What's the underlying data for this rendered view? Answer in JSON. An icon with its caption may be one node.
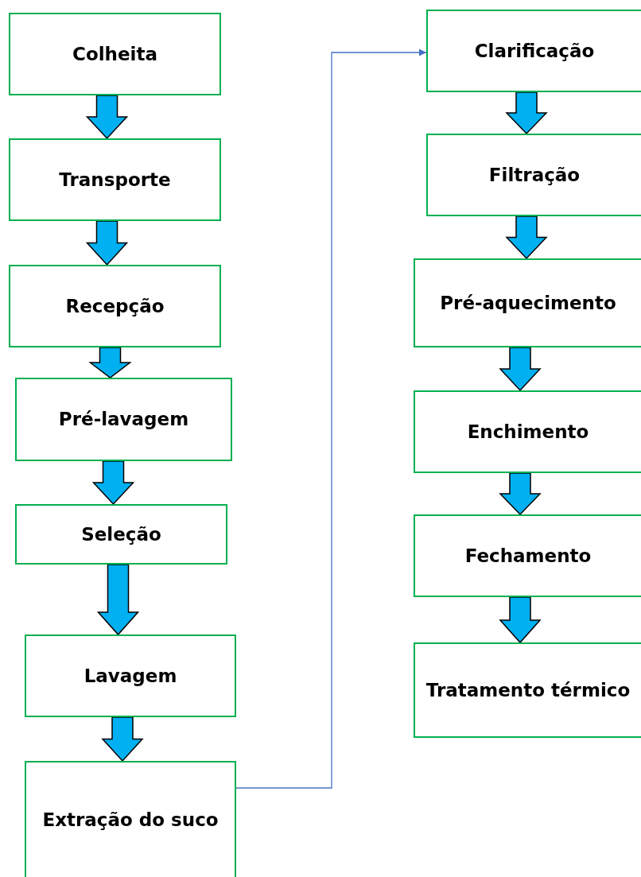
{
  "diagram": {
    "nodes": [
      {
        "text": [
          "Colheita"
        ]
      },
      {
        "text": [
          "Transporte"
        ]
      },
      {
        "text": [
          "Recepção"
        ]
      },
      {
        "text": [
          "Pré-lavagem"
        ]
      },
      {
        "text": [
          "Seleção"
        ]
      },
      {
        "text": [
          "Lavagem"
        ]
      },
      {
        "text": [
          "Extração do suco"
        ]
      },
      {
        "text": [
          "Clarificação"
        ]
      },
      {
        "text": [
          "Filtração"
        ]
      },
      {
        "text": [
          "Pré-aquecimento"
        ]
      },
      {
        "text": [
          "Enchimento"
        ]
      },
      {
        "text": [
          "Fechamento"
        ]
      },
      {
        "text": [
          "Tratamento térmico"
        ]
      }
    ],
    "edges": [
      {
        "from": 0,
        "to": 1,
        "arrow": "to"
      },
      {
        "from": 1,
        "to": 2,
        "arrow": "to"
      },
      {
        "from": 2,
        "to": 3,
        "arrow": "to"
      },
      {
        "from": 3,
        "to": 4,
        "arrow": "to"
      },
      {
        "from": 4,
        "to": 5,
        "arrow": "to"
      },
      {
        "from": 5,
        "to": 6,
        "arrow": "to"
      },
      {
        "from": 6,
        "to": 7,
        "arrow": "to",
        "color": "#4472c4"
      },
      {
        "from": 7,
        "to": 8,
        "arrow": "to"
      },
      {
        "from": 8,
        "to": 9,
        "arrow": "to"
      },
      {
        "from": 9,
        "to": 10,
        "arrow": "to"
      },
      {
        "from": 10,
        "to": 11,
        "arrow": "to"
      },
      {
        "from": 11,
        "to": 12,
        "arrow": "to"
      }
    ]
  }
}
